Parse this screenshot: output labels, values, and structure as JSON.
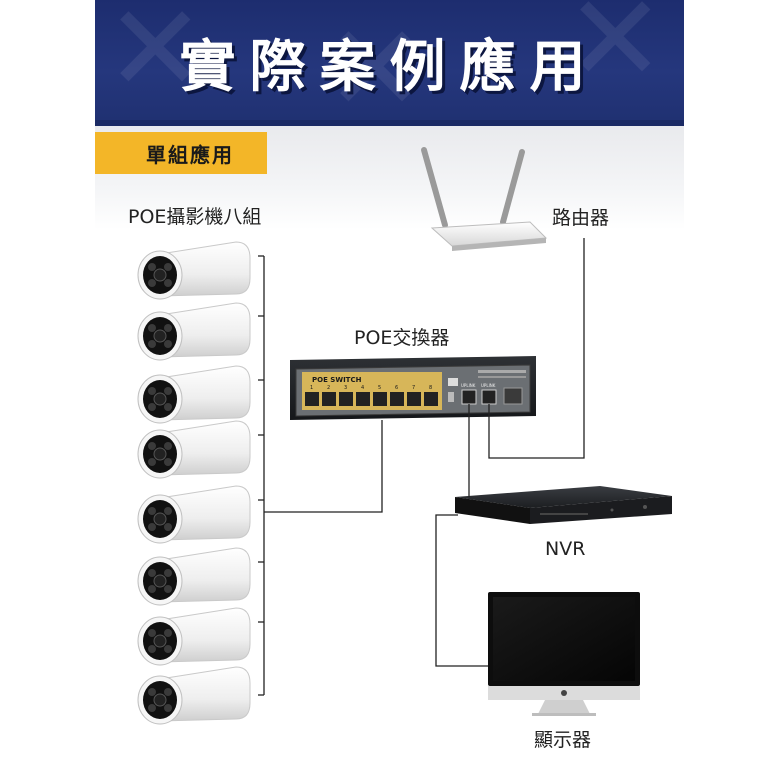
{
  "header": {
    "title": "實際案例應用"
  },
  "section": {
    "tag": "單組應用"
  },
  "labels": {
    "cameras": "POE攝影機八組",
    "router": "路由器",
    "switch": "POE交換器",
    "nvr": "NVR",
    "monitor": "顯示器"
  },
  "switch_panel": {
    "brand": "POE SWITCH",
    "port_numbers": [
      "1",
      "2",
      "3",
      "4",
      "5",
      "6",
      "7",
      "8"
    ],
    "uplink_labels": [
      "UPLINK",
      "UPLINK"
    ]
  },
  "colors": {
    "header_bg": "#25377d",
    "tag_bg": "#f3b628",
    "line": "#222222"
  }
}
